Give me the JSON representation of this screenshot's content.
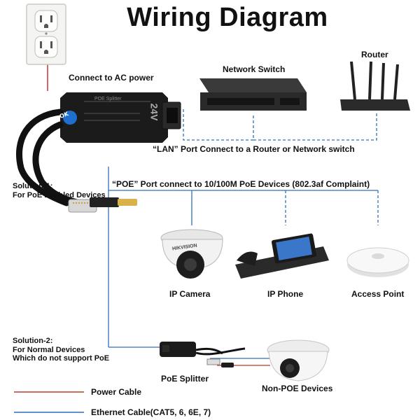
{
  "title": "Wiring Diagram",
  "labels": {
    "connect_ac": "Connect to AC power",
    "network_switch": "Network Switch",
    "router": "Router",
    "lan_port": "“LAN” Port Connect to a Router or Network switch",
    "poe_port": "“POE” Port connect to 10/100M PoE Devices (802.3af Complaint)",
    "solution1_line1": "Solution-1:",
    "solution1_line2": "For PoE Enabled Devices",
    "ip_camera": "IP Camera",
    "ip_phone": "IP Phone",
    "access_point": "Access Point",
    "solution2_line1": "Solution-2:",
    "solution2_line2": "For Normal Devices",
    "solution2_line3": "Which do not support PoE",
    "poe_splitter": "PoE Splitter",
    "non_poe_devices": "Non-POE Devices"
  },
  "device_text": {
    "splitter_name": "POE Splitter",
    "splitter_voltage": "24V",
    "splitter_badge": "OK",
    "camera_brand": "HIKVISION"
  },
  "legend": [
    {
      "label": "Power Cable",
      "color": "#c0392b"
    },
    {
      "label": "Ethernet Cable(CAT5, 6, 6E, 7)",
      "color": "#2f6fb8"
    }
  ],
  "colors": {
    "power_wire": "#c0392b",
    "ethernet_wire": "#2f6fb8",
    "dashed_wire": "#2f6fb8"
  }
}
